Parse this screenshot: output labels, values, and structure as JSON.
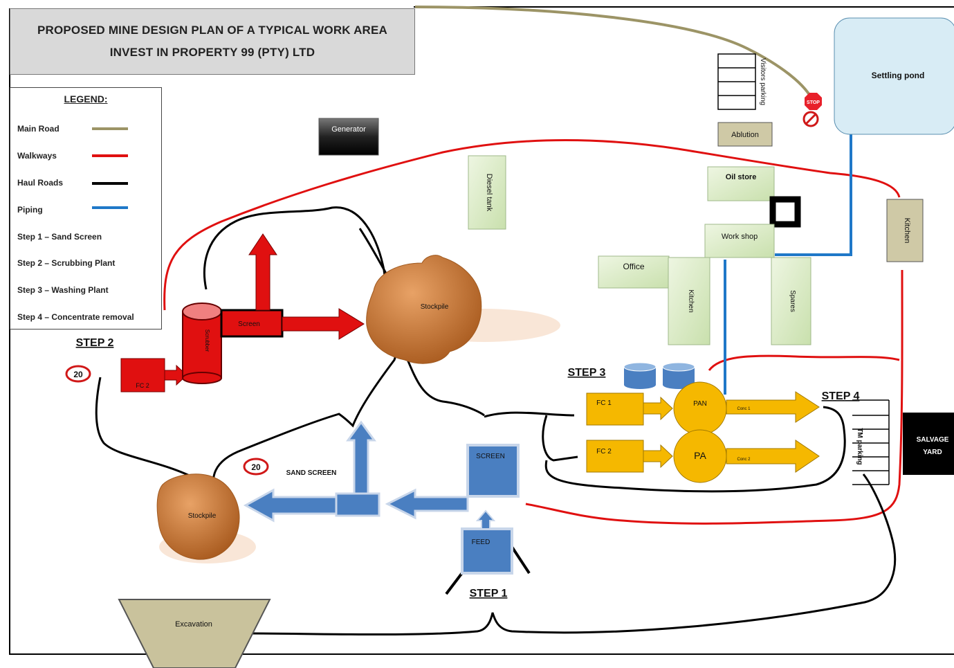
{
  "title": {
    "line1": "PROPOSED MINE DESIGN PLAN OF A TYPICAL WORK AREA",
    "line2": "INVEST IN PROPERTY 99 (PTY) LTD"
  },
  "legend": {
    "title": "LEGEND:",
    "items": [
      {
        "label": "Main Road",
        "color": "#9c9466"
      },
      {
        "label": "Walkways",
        "color": "#e01010"
      },
      {
        "label": "Haul Roads",
        "color": "#000000"
      },
      {
        "label": "Piping",
        "color": "#1f78c8"
      }
    ],
    "steps": [
      "Step 1 – Sand Screen",
      "Step 2 – Scrubbing Plant",
      "Step 3 – Washing Plant",
      "Step 4 – Concentrate removal"
    ]
  },
  "buildings": {
    "generator": "Generator",
    "diesel_tank": "Diesel tank",
    "visitors_parking": "Visitors parking",
    "ablution": "Ablution",
    "oil_store": "Oil store",
    "workshop": "Work shop",
    "office": "Office",
    "kitchen_center": "Kitchen",
    "spares": "Spares",
    "kitchen_right": "Kitchen",
    "settling_pond": "Settling pond",
    "salvage_yard_1": "SALVAGE",
    "salvage_yard_2": "YARD",
    "tm_parking": "TM parking",
    "excavation": "Excavation"
  },
  "signs": {
    "stop": "STOP",
    "speed_1": "20",
    "speed_2": "20"
  },
  "steps": {
    "step1": "STEP 1",
    "step2": "STEP 2",
    "step3": "STEP 3",
    "step4": "STEP 4"
  },
  "plant": {
    "stockpile_top": "Stockpile",
    "stockpile_bottom": "Stockpile",
    "screen_red": "Screen",
    "scrubber": "Scrubber",
    "fc2_red": "FC 2",
    "sand_screen": "SAND SCREEN",
    "screen_blue": "SCREEN",
    "feed": "FEED",
    "fc1": "FC 1",
    "fc2": "FC 2",
    "pan": "PAN",
    "pa": "PA",
    "conc1": "Conc 1",
    "conc2": "Conc 2"
  },
  "colors": {
    "main_road": "#9c9466",
    "walkway": "#e01010",
    "haul_road": "#000000",
    "piping": "#1f78c8",
    "building_green": "#dcebc9",
    "plant_yellow": "#f5b800",
    "plant_blue": "#4a7fc1",
    "plant_red": "#e01010",
    "stockpile": "#c8742e"
  }
}
